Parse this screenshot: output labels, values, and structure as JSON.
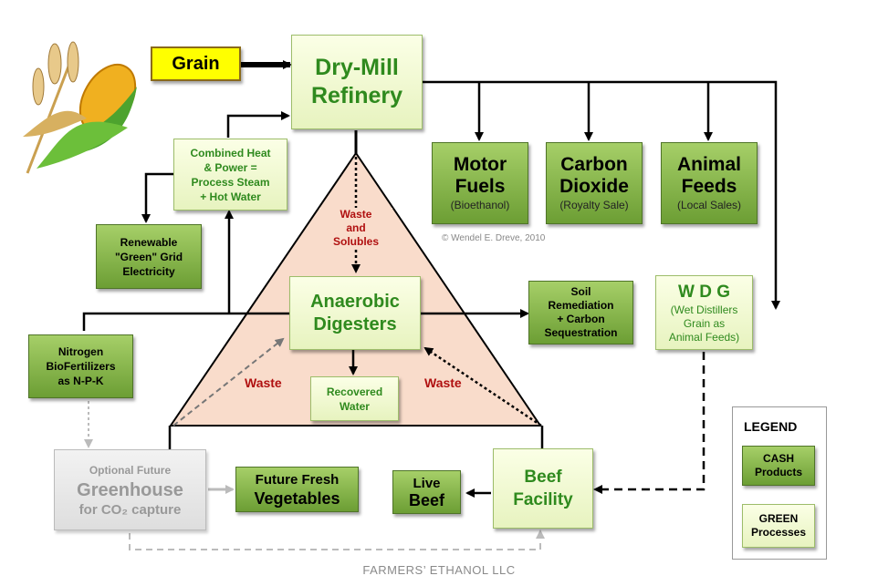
{
  "grain": "Grain",
  "refinery": {
    "line1": "Dry-Mill",
    "line2": "Refinery"
  },
  "motor_fuels": {
    "line1": "Motor",
    "line2": "Fuels",
    "sub": "(Bioethanol)"
  },
  "carbon_dioxide": {
    "line1": "Carbon",
    "line2": "Dioxide",
    "sub": "(Royalty Sale)"
  },
  "animal_feeds": {
    "line1": "Animal",
    "line2": "Feeds",
    "sub": "(Local Sales)"
  },
  "chp": {
    "line1": "Combined Heat",
    "line2": "& Power  =",
    "line3": "Process Steam",
    "line4": "+ Hot  Water"
  },
  "electricity": {
    "line1": "Renewable",
    "line2": "\"Green\"  Grid",
    "line3": "Electricity"
  },
  "waste_solubles": {
    "line1": "Waste",
    "line2": "and",
    "line3": "Solubles"
  },
  "copyright": "© Wendel E. Dreve, 2010",
  "digesters": {
    "line1": "Anaerobic",
    "line2": "Digesters"
  },
  "soil": {
    "line1": "Soil",
    "line2": "Remediation",
    "line3": "+  Carbon",
    "line4": "Sequestration"
  },
  "wdg": {
    "title": "W D G",
    "line1": "(Wet Distillers",
    "line2": "Grain as",
    "line3": "Animal Feeds)"
  },
  "nitrogen": {
    "line1": "Nitrogen",
    "line2": "BioFertilizers",
    "line3": "as  N-P-K"
  },
  "waste_left": "Waste",
  "waste_right": "Waste",
  "recovered_water": {
    "line1": "Recovered",
    "line2": "Water"
  },
  "greenhouse": {
    "line1": "Optional  Future",
    "line2": "Greenhouse",
    "line3": "for CO₂ capture"
  },
  "vegetables": {
    "line1": "Future  Fresh",
    "line2": "Vegetables"
  },
  "live_beef": {
    "line1": "Live",
    "line2": "Beef"
  },
  "beef_facility": {
    "line1": "Beef",
    "line2": "Facility"
  },
  "legend": {
    "title": "LEGEND",
    "cash_line1": "CASH",
    "cash_line2": "Products",
    "green_line1": "GREEN",
    "green_line2": "Processes"
  },
  "footer": "FARMERS’  ETHANOL  LLC",
  "colors": {
    "cash": "#7fb043",
    "green": "#f4fad8",
    "waste_red": "#b01010",
    "grain_yellow": "#ffff00",
    "triangle": "#f9dccb"
  }
}
